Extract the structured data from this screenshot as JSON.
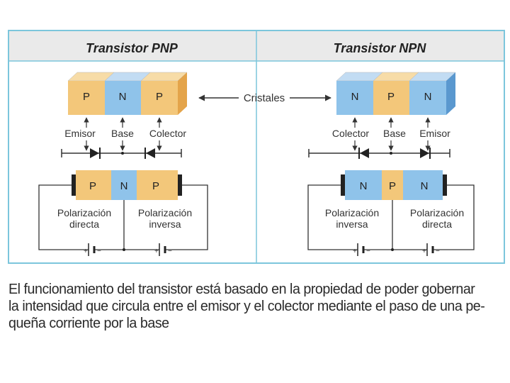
{
  "panels": {
    "left_title": "Transistor PNP",
    "right_title": "Transistor NPN"
  },
  "crystals_label": "Cristales",
  "pnp": {
    "top_blocks": [
      "P",
      "N",
      "P"
    ],
    "terminals": [
      "Emisor",
      "Base",
      "Colector"
    ],
    "bottom_blocks": [
      "P",
      "N",
      "P"
    ],
    "bias_left": [
      "Polarización",
      "directa"
    ],
    "bias_right": [
      "Polarización",
      "inversa"
    ]
  },
  "npn": {
    "top_blocks": [
      "N",
      "P",
      "N"
    ],
    "terminals": [
      "Colector",
      "Base",
      "Emisor"
    ],
    "bottom_blocks": [
      "N",
      "P",
      "N"
    ],
    "bias_left": [
      "Polarización",
      "inversa"
    ],
    "bias_right": [
      "Polarización",
      "directa"
    ]
  },
  "battery_signs": {
    "plus": "+",
    "minus": "−"
  },
  "caption_lines": [
    "El funcionamiento del transistor está basado en la propiedad de poder gobernar",
    "la intensidad que circula entre el emisor y el colector mediante el paso de una pe-",
    "queña corriente por la base"
  ],
  "colors": {
    "frame": "#7cc6dc",
    "header_bg": "#eaeaea",
    "panel_bg": "#ffffff",
    "p_fill": "#f3c77a",
    "p_side": "#e4a44a",
    "n_fill": "#8fc3ea",
    "n_side": "#5a98cf",
    "wire": "#333333"
  }
}
